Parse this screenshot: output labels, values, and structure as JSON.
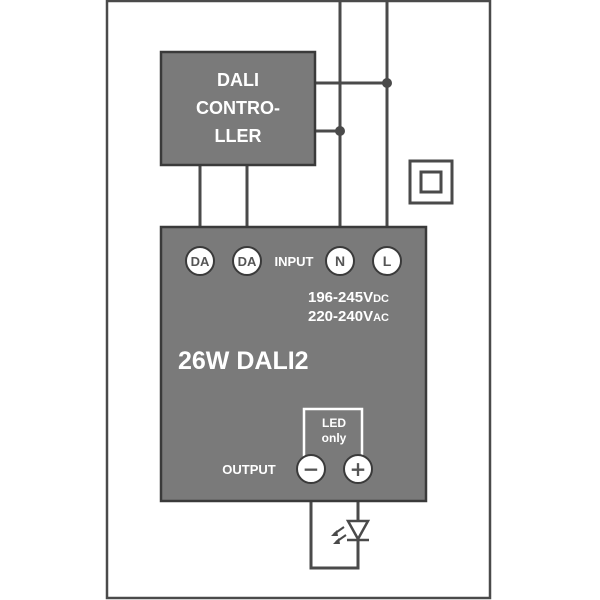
{
  "controller": {
    "line1": "DALI",
    "line2": "CONTRO-",
    "line3": "LLER"
  },
  "driver": {
    "model": "26W DALI2",
    "input_label": "INPUT",
    "voltage_dc_value": "196-245",
    "voltage_dc_v": "V",
    "voltage_dc_unit": "DC",
    "voltage_ac_value": "220-240",
    "voltage_ac_v": "V",
    "voltage_ac_unit": "AC",
    "output_label": "OUTPUT",
    "led_only_line1": "LED",
    "led_only_line2": "only"
  },
  "terminals": {
    "da1": "DA",
    "da2": "DA",
    "n": "N",
    "l": "L",
    "minus": "−",
    "plus": "+"
  },
  "symbols": {
    "double_insulation": "double-insulation-icon",
    "led": "led-diode-icon"
  },
  "colors": {
    "box_fill": "#7a7a7a",
    "box_stroke": "#3a3a3a",
    "wire": "#4a4a4a",
    "terminal_fill": "#ffffff",
    "text_on_box": "#ffffff"
  }
}
